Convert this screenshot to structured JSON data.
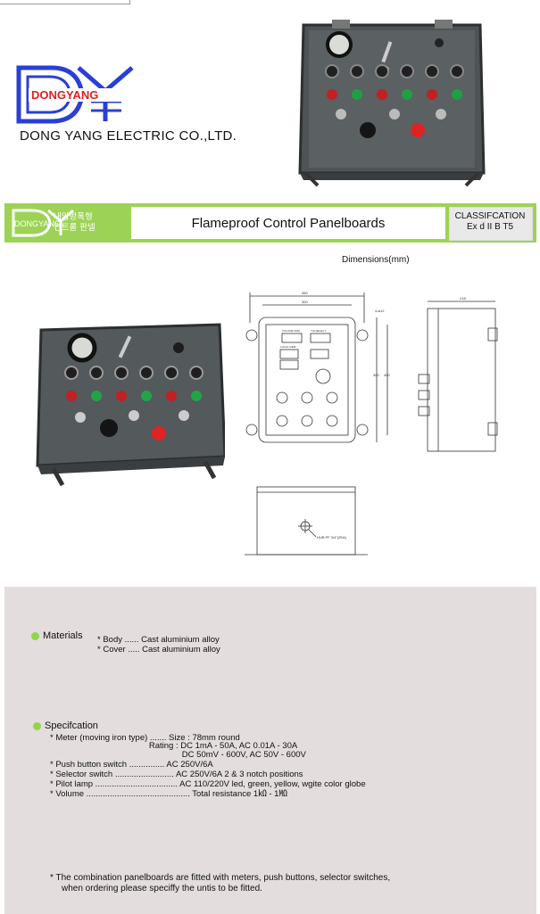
{
  "logo": {
    "brand_text": "DONGYANG",
    "brand_color": "#e02020",
    "frame_color": "#2a3fd6"
  },
  "company_name": "DONG YANG ELECTRIC CO.,LTD.",
  "band": {
    "logo_text": "DONGYANG",
    "korean_line1": "내압방폭형",
    "korean_line2": "컨트롤 판넬",
    "title": "Flameproof Control Panelboards",
    "class_label": "CLASSIFCATION",
    "class_value": "Ex d II B T5",
    "accent_color": "#9cd356"
  },
  "drawing": {
    "heading": "Dimensions(mm)",
    "w_total": "380",
    "w_inner": "300",
    "h_label": "300",
    "h_total": "400",
    "depth": "218",
    "hole": "4-ø12",
    "lbl_a": "VOLUME 1MΩ",
    "lbl_b": "Y/Δ SELECT",
    "lbl_c": "LOCAL REM",
    "cable_entry": "HUB PF 3/4\"(2EA)"
  },
  "materials": {
    "heading": "Materials",
    "lines": [
      "* Body ...... Cast aluminium alloy",
      "* Cover ..... Cast aluminium alloy"
    ]
  },
  "specification": {
    "heading": "Specifcation",
    "lines": [
      "* Meter (moving iron type) ....... Size : 78mm round",
      "                                          Rating : DC 1mA - 50A, AC 0.01A - 30A",
      "                                                        DC 50mV - 600V, AC 50V - 600V",
      "* Push button switch ............... AC 250V/6A",
      "* Selector switch ......................... AC 250V/6A 2 & 3 notch positions",
      "* Pilot lamp ................................... AC 110/220V led, green, yellow, wgite color globe",
      "* Volume ............................................ Total resistance 1㏀ - 1㏁"
    ]
  },
  "note": {
    "line1": "* The combination panelboards are fitted with meters, push buttons, selector switches,",
    "line2": "when ordering please speciffy the untis to be fitted."
  }
}
